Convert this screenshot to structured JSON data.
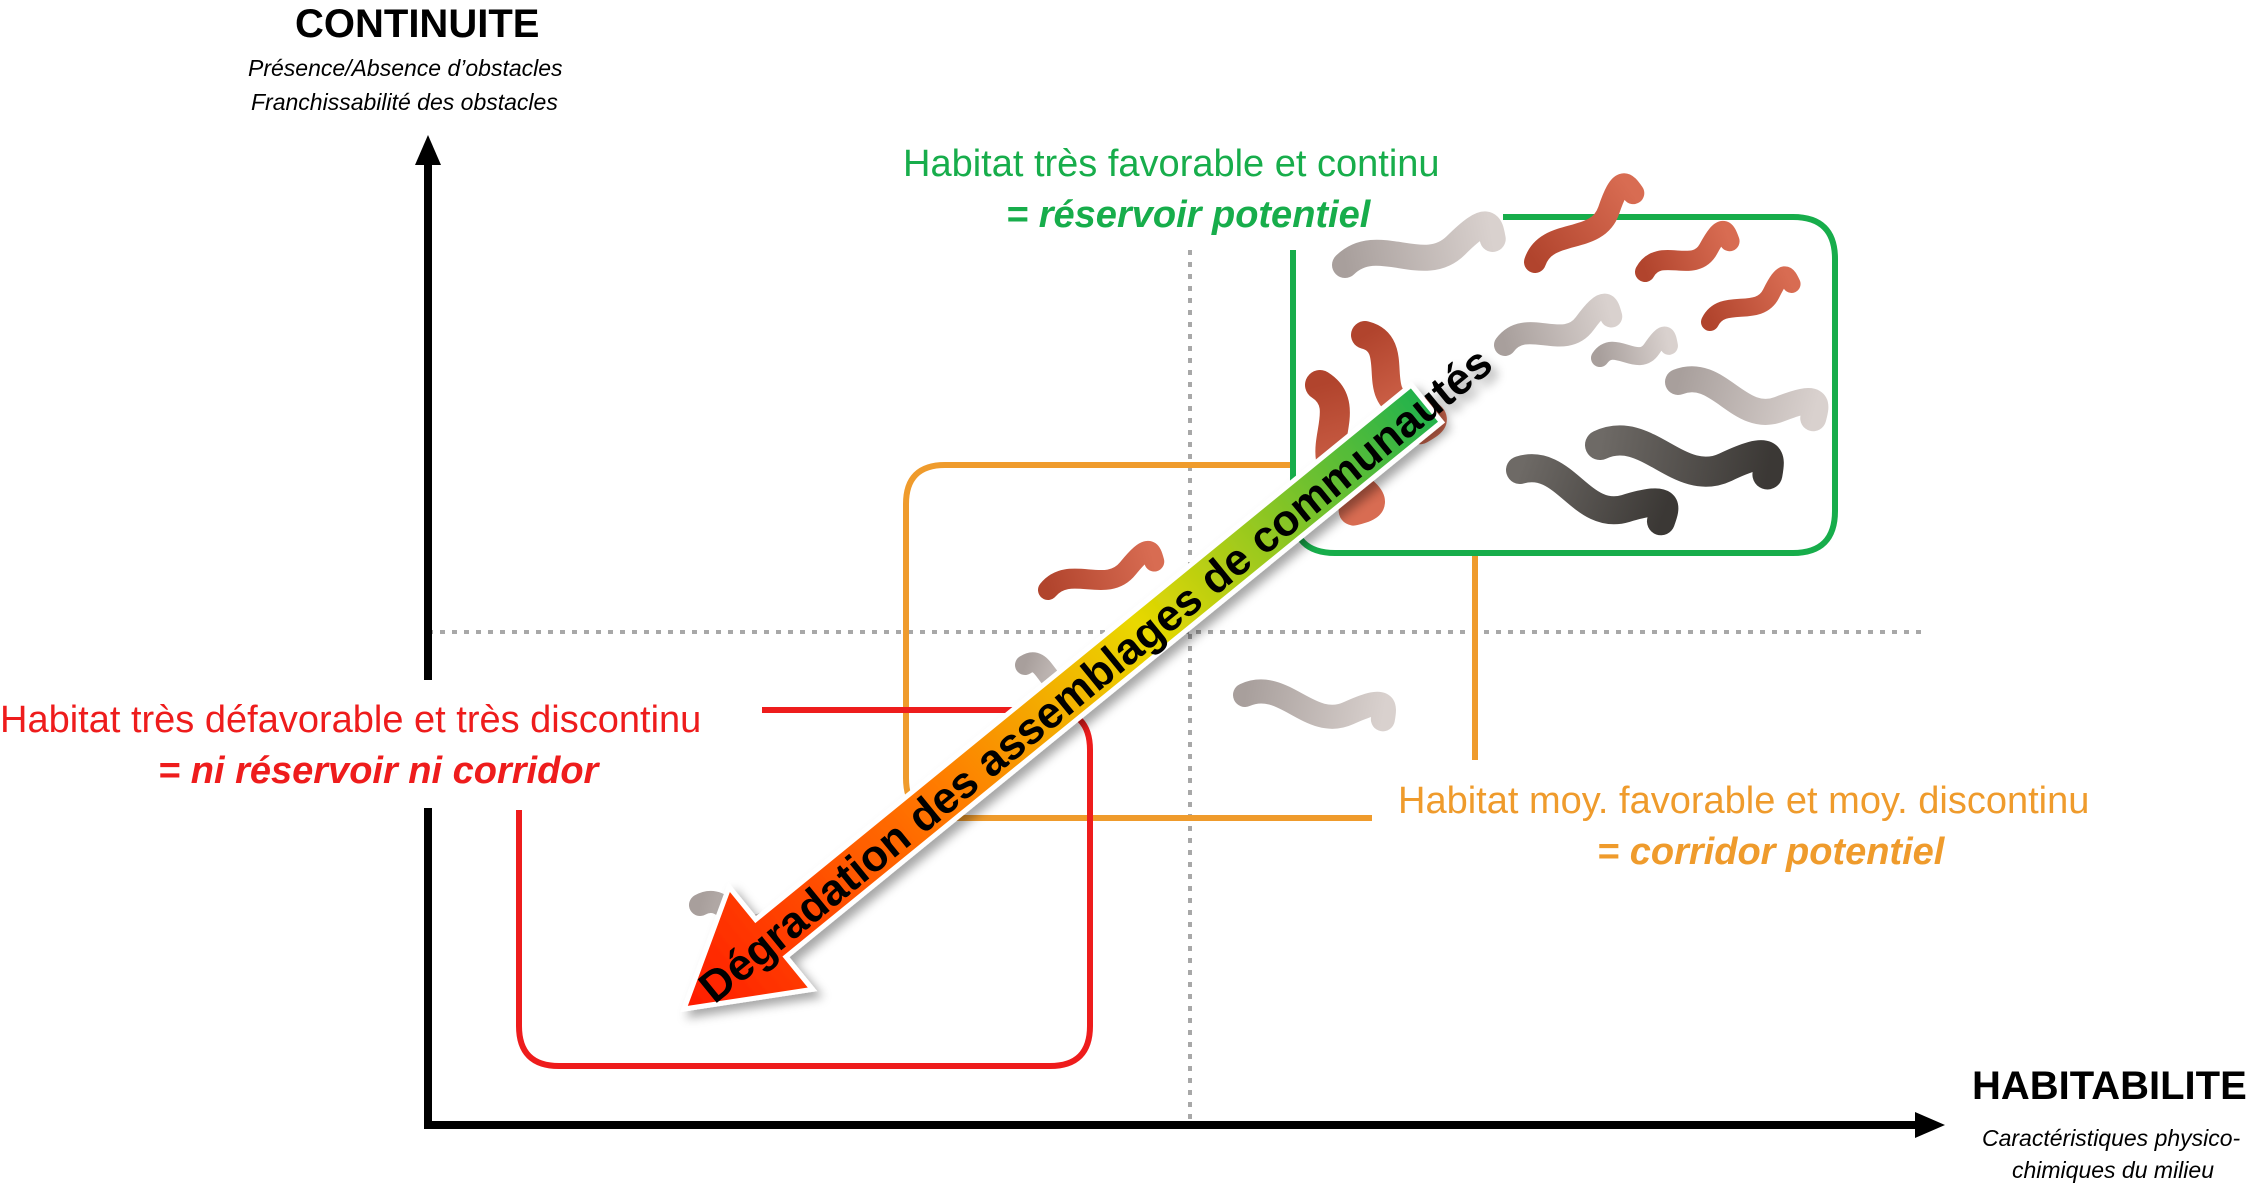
{
  "axes": {
    "y": {
      "title": "CONTINUITE",
      "sub_1": "Présence/Absence d’obstacles",
      "sub_2": "Franchissabilité des obstacles"
    },
    "x": {
      "title": "HABITABILITE",
      "sub_1": "Caractéristiques physico-",
      "sub_2": "chimiques du milieu"
    }
  },
  "zones": {
    "reservoir": {
      "line": "Habitat très favorable et continu",
      "sub": "= réservoir potentiel",
      "color": "#17ad4b"
    },
    "corridor": {
      "line": "Habitat moy. favorable et moy. discontinu",
      "sub": "= corridor potentiel",
      "color": "#ef9b2c"
    },
    "none": {
      "line": "Habitat très défavorable et très discontinu",
      "sub": "= ni réservoir ni corridor",
      "color": "#ee1c1c"
    }
  },
  "arrow": {
    "label": "Dégradation des assemblages de communautés",
    "gradient": [
      "#ff1a00",
      "#ff7a00",
      "#e9d800",
      "#22b24c"
    ]
  },
  "icons": {
    "worm": "worm-icon"
  }
}
